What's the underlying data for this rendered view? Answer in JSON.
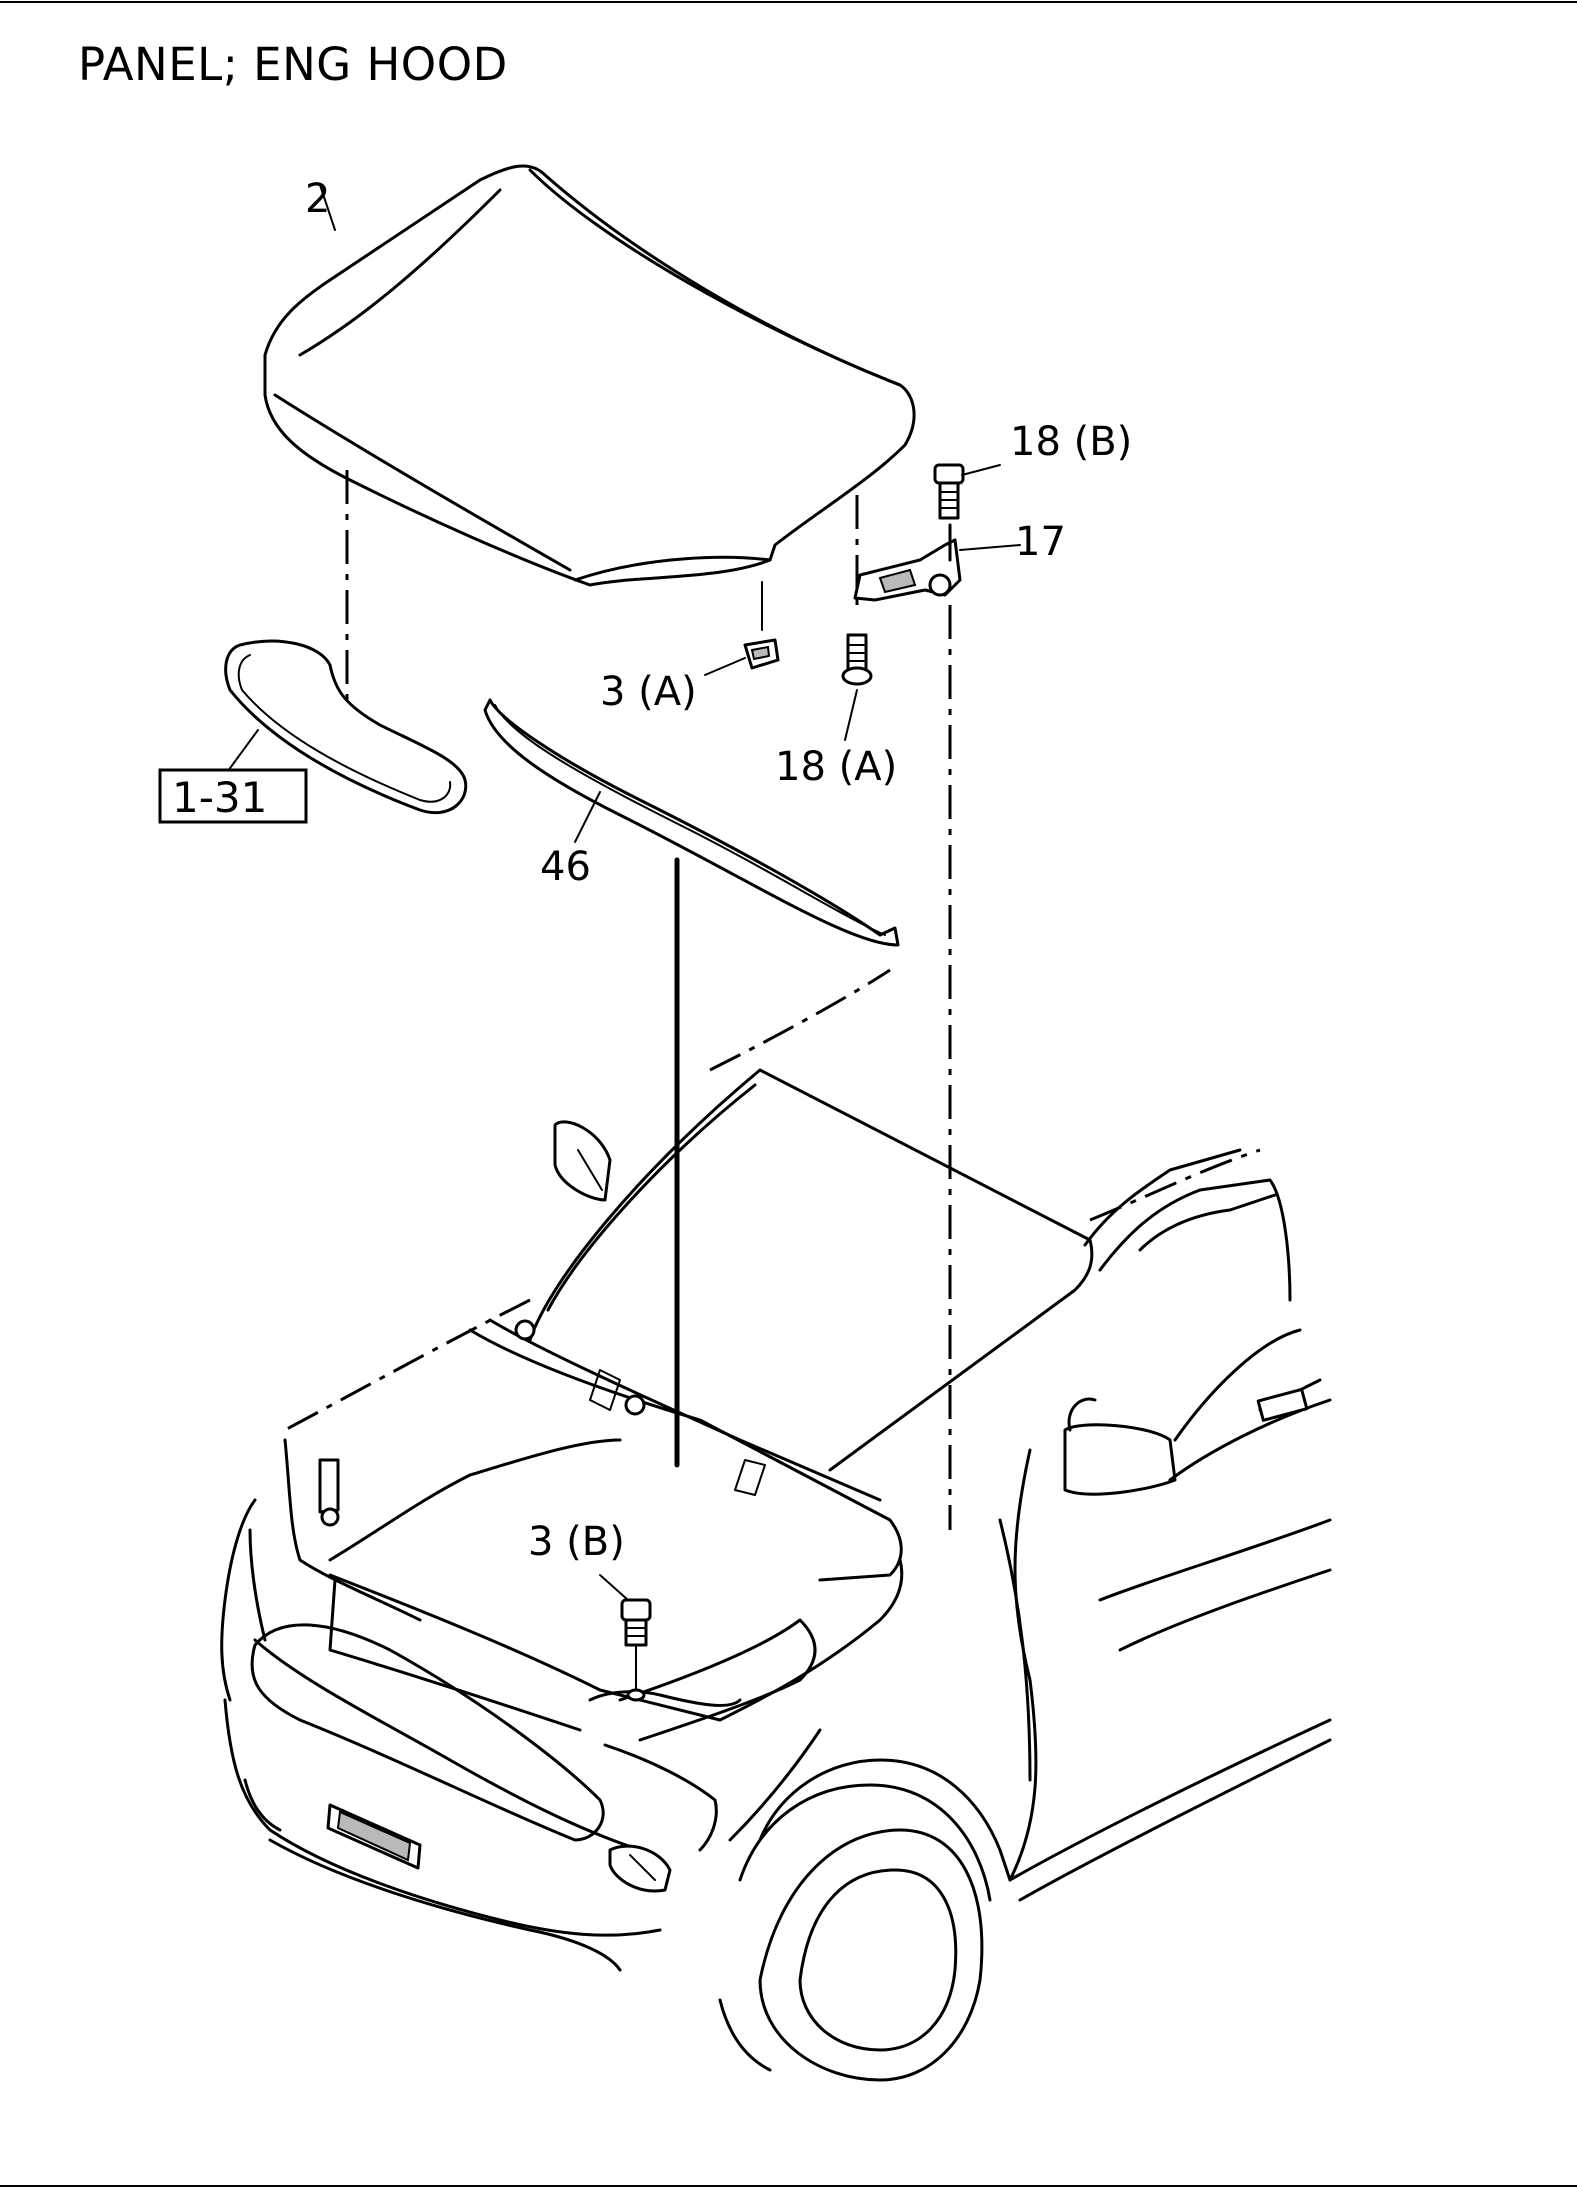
{
  "title": "PANEL; ENG HOOD",
  "callouts": {
    "hood": "2",
    "bolt_b": "18 (B)",
    "hinge": "17",
    "bumper_a": "3 (A)",
    "bolt_a": "18 (A)",
    "seal_ref": "1-31",
    "weatherstrip": "46",
    "bumper_b": "3 (B)"
  }
}
